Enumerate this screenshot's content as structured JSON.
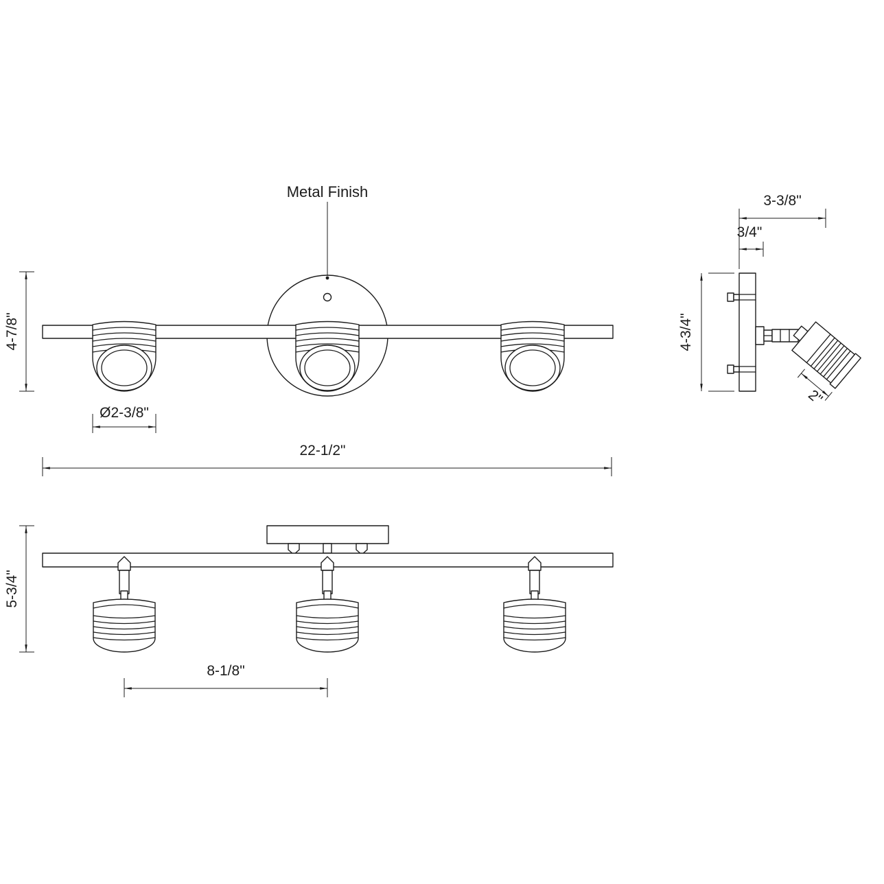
{
  "diagram": {
    "title": "Metal Finish",
    "front_view": {
      "height_label": "4-7/8\"",
      "diameter_label": "Ø2-3/8\"",
      "width_label": "22-1/2\""
    },
    "bottom_view": {
      "height_label": "5-3/4\"",
      "spacing_label": "8-1/8\""
    },
    "side_view": {
      "depth_label": "3-3/8\"",
      "plate_label": "3/4\"",
      "height_label": "4-3/4\"",
      "head_label": "2\""
    }
  }
}
